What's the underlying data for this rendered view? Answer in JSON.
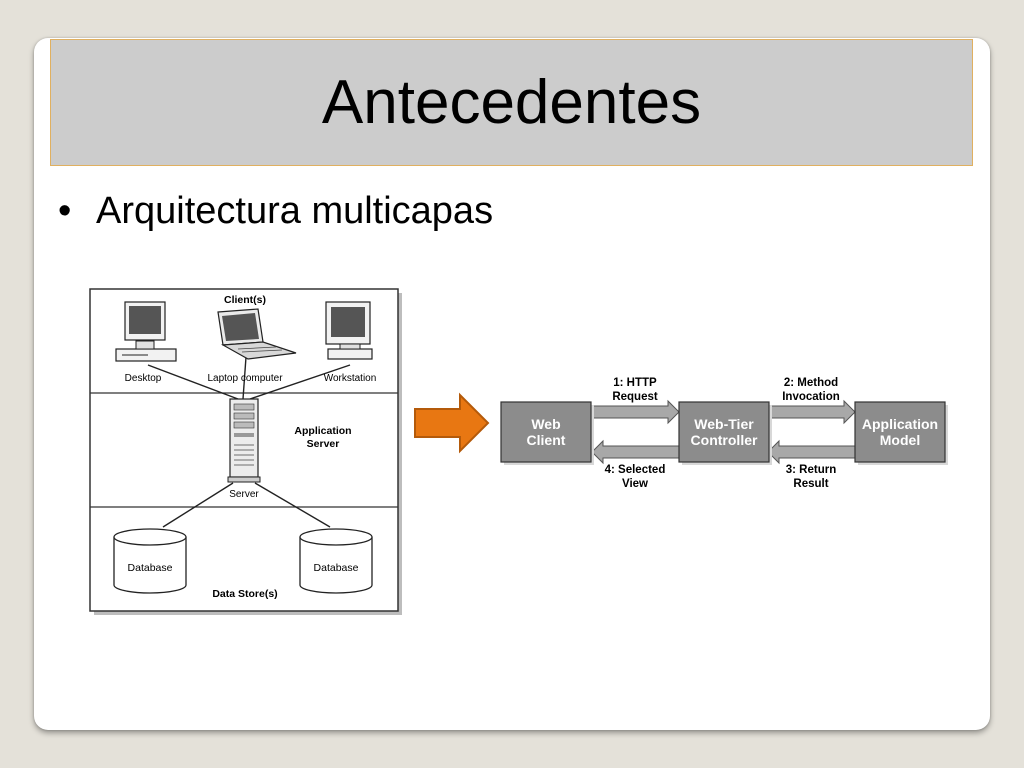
{
  "slide": {
    "title": "Antecedentes",
    "bullet": "Arquitectura multicapas"
  },
  "tiers_diagram": {
    "clients_label": "Client(s)",
    "clients": [
      "Desktop",
      "Laptop computer",
      "Workstation"
    ],
    "app_server_label_line1": "Application",
    "app_server_label_line2": "Server",
    "server_label": "Server",
    "databases": [
      "Database",
      "Database"
    ],
    "datastore_label": "Data Store(s)"
  },
  "flow_diagram": {
    "boxes": [
      {
        "line1": "Web",
        "line2": "Client"
      },
      {
        "line1": "Web-Tier",
        "line2": "Controller"
      },
      {
        "line1": "Application",
        "line2": "Model"
      }
    ],
    "arrows": [
      {
        "line1": "1: HTTP",
        "line2": "Request"
      },
      {
        "line1": "2: Method",
        "line2": "Invocation"
      },
      {
        "line1": "3: Return",
        "line2": "Result"
      },
      {
        "line1": "4: Selected",
        "line2": "View"
      }
    ]
  },
  "colors": {
    "title_bar": "#cccccc",
    "title_bar_border": "#e0b060",
    "arrow_fill": "#e87712",
    "arrow_stroke": "#b45a0a",
    "flow_box": "#8c8c8c",
    "flow_arrow": "#a8a8a8"
  }
}
